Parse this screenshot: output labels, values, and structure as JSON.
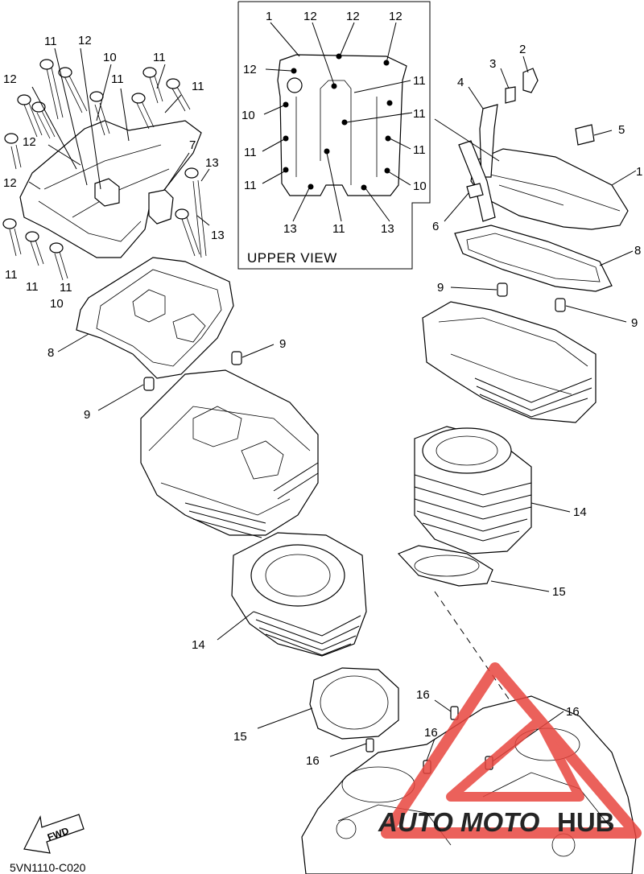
{
  "upper_view": {
    "title": "UPPER VIEW",
    "labels": [
      "1",
      "12",
      "12",
      "12",
      "12",
      "11",
      "10",
      "11",
      "11",
      "11",
      "11",
      "10",
      "13",
      "11",
      "13"
    ]
  },
  "callouts": {
    "c1": "1",
    "c2": "2",
    "c3": "3",
    "c4": "4",
    "c5": "5",
    "c6": "6",
    "c7": "7",
    "c8a": "8",
    "c8b": "8",
    "c9a": "9",
    "c9b": "9",
    "c9c": "9",
    "c9d": "9",
    "c14a": "14",
    "c14b": "14",
    "c15a": "15",
    "c15b": "15",
    "c16a": "16",
    "c16b": "16",
    "c16c": "16",
    "c16d": "16",
    "front_labels": [
      "11",
      "12",
      "10",
      "11",
      "12",
      "11",
      "11",
      "12",
      "12",
      "13",
      "13",
      "11",
      "11",
      "11",
      "10",
      "7"
    ]
  },
  "fwd_label": "FWD",
  "diagram_code": "5VN1110-C020",
  "watermark": {
    "text_part1": "AUTO",
    "text_part2": "MOTO",
    "text_part3": "HUB",
    "color_red": "#e8463f",
    "color_yellow": "#f2c230",
    "color_gray": "#8a8a8a"
  }
}
